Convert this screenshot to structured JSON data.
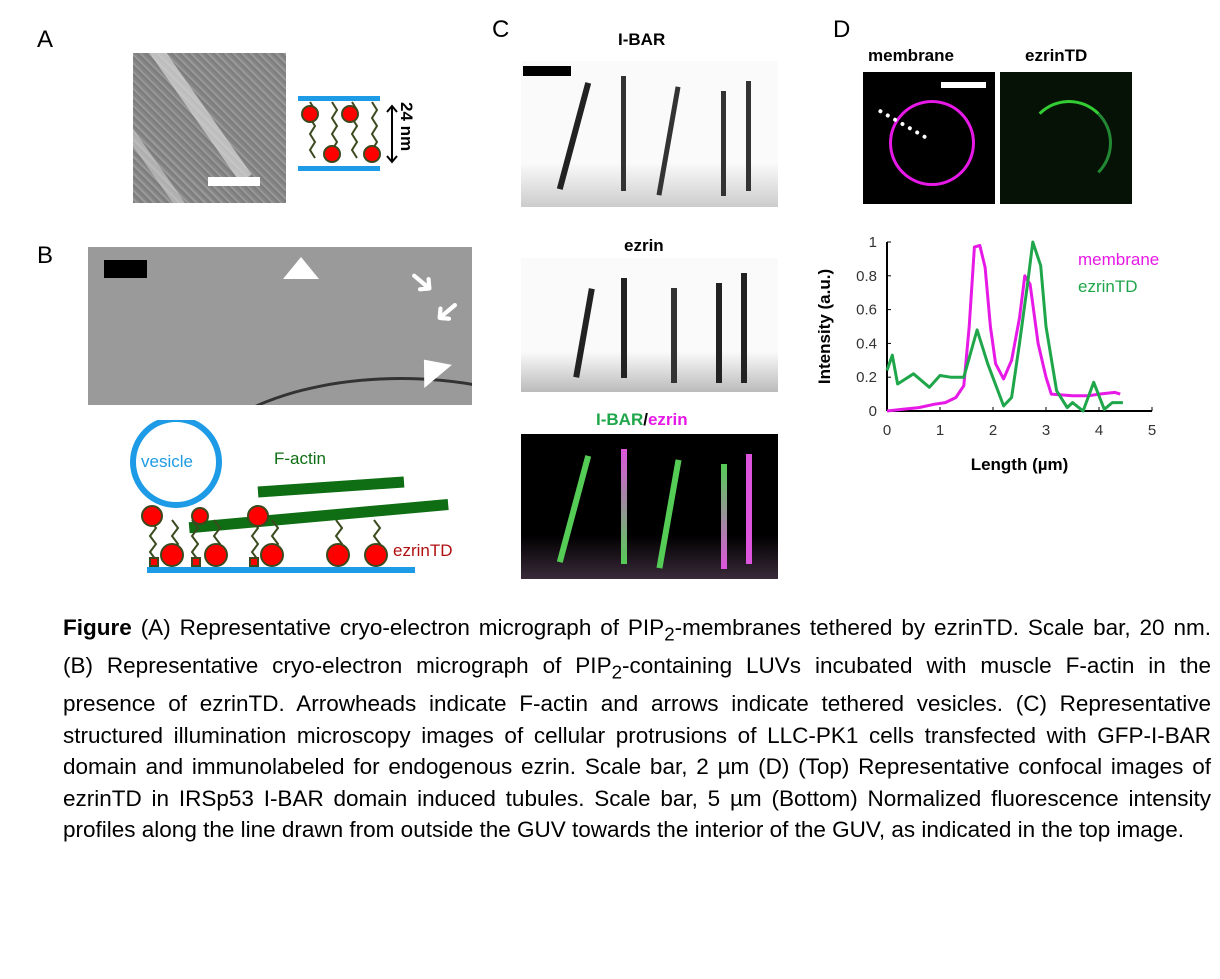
{
  "panels": {
    "A": {
      "label": "A",
      "dimension": "24 nm"
    },
    "B": {
      "label": "B",
      "vesicle": "vesicle",
      "factin": "F-actin",
      "ezrin": "ezrinTD"
    },
    "C": {
      "label": "C",
      "top_title": "I-BAR",
      "mid_title": "ezrin",
      "bottom_title_green": "I-BAR",
      "bottom_title_slash": "/",
      "bottom_title_magenta": "ezrin"
    },
    "D": {
      "label": "D",
      "img1_title": "membrane",
      "img2_title": "ezrinTD"
    }
  },
  "colors": {
    "membrane": "#e619e6",
    "ezrin": "#1fa64a",
    "blue": "#1e9be6",
    "red": "#ff0000",
    "dark_green": "#0f6e14"
  },
  "chart_data": {
    "type": "line",
    "xlabel": "Length (µm)",
    "ylabel": "Intensity (a.u.)",
    "xlim": [
      0,
      5
    ],
    "ylim": [
      0,
      1
    ],
    "xticks": [
      "0",
      "1",
      "2",
      "3",
      "4",
      "5"
    ],
    "yticks": [
      "0",
      "0.2",
      "0.4",
      "0.6",
      "0.8",
      "1"
    ],
    "legend": "top-right",
    "series": [
      {
        "name": "membrane",
        "x": [
          0,
          0.3,
          0.6,
          0.9,
          1.1,
          1.3,
          1.45,
          1.55,
          1.65,
          1.75,
          1.85,
          1.95,
          2.05,
          2.2,
          2.35,
          2.5,
          2.6,
          2.7,
          2.85,
          3.0,
          3.1,
          3.5,
          3.8,
          4.0,
          4.3,
          4.4
        ],
        "y": [
          0,
          0.01,
          0.02,
          0.04,
          0.05,
          0.08,
          0.15,
          0.5,
          0.97,
          0.98,
          0.85,
          0.5,
          0.28,
          0.19,
          0.3,
          0.55,
          0.8,
          0.75,
          0.4,
          0.2,
          0.1,
          0.09,
          0.09,
          0.1,
          0.11,
          0.1
        ]
      },
      {
        "name": "ezrinTD",
        "x": [
          0,
          0.1,
          0.2,
          0.5,
          0.8,
          1.0,
          1.2,
          1.45,
          1.7,
          1.9,
          2.2,
          2.35,
          2.5,
          2.65,
          2.75,
          2.9,
          3.0,
          3.2,
          3.4,
          3.5,
          3.7,
          3.9,
          4.1,
          4.25,
          4.45
        ],
        "y": [
          0.24,
          0.33,
          0.16,
          0.22,
          0.14,
          0.21,
          0.2,
          0.2,
          0.48,
          0.28,
          0.03,
          0.08,
          0.4,
          0.75,
          1.0,
          0.86,
          0.5,
          0.12,
          0.02,
          0.05,
          0.0,
          0.17,
          0.01,
          0.05,
          0.05
        ]
      }
    ]
  },
  "caption": {
    "label": "Figure",
    "parts": [
      "(A) Representative cryo-electron micrograph of PIP",
      "2",
      "-membranes tethered by ezrinTD. Scale bar, 20 nm. (B) Representative cryo-electron micrograph of PIP",
      "2",
      "-containing LUVs incubated with muscle F-actin in the presence of ezrinTD. Arrowheads indicate F-actin and arrows indicate tethered vesicles. (C) Representative structured illumination microscopy images of cellular protrusions of LLC-PK1 cells transfected with GFP-I-BAR domain and immunolabeled for endogenous ezrin. Scale bar, 2 µm (D) (Top) Representative confocal images of ezrinTD in IRSp53 I-BAR domain induced tubules. Scale bar, 5 µm (Bottom) Normalized fluorescence intensity profiles along the line drawn from outside the GUV towards the interior of the GUV, as indicated in the top image."
    ]
  }
}
